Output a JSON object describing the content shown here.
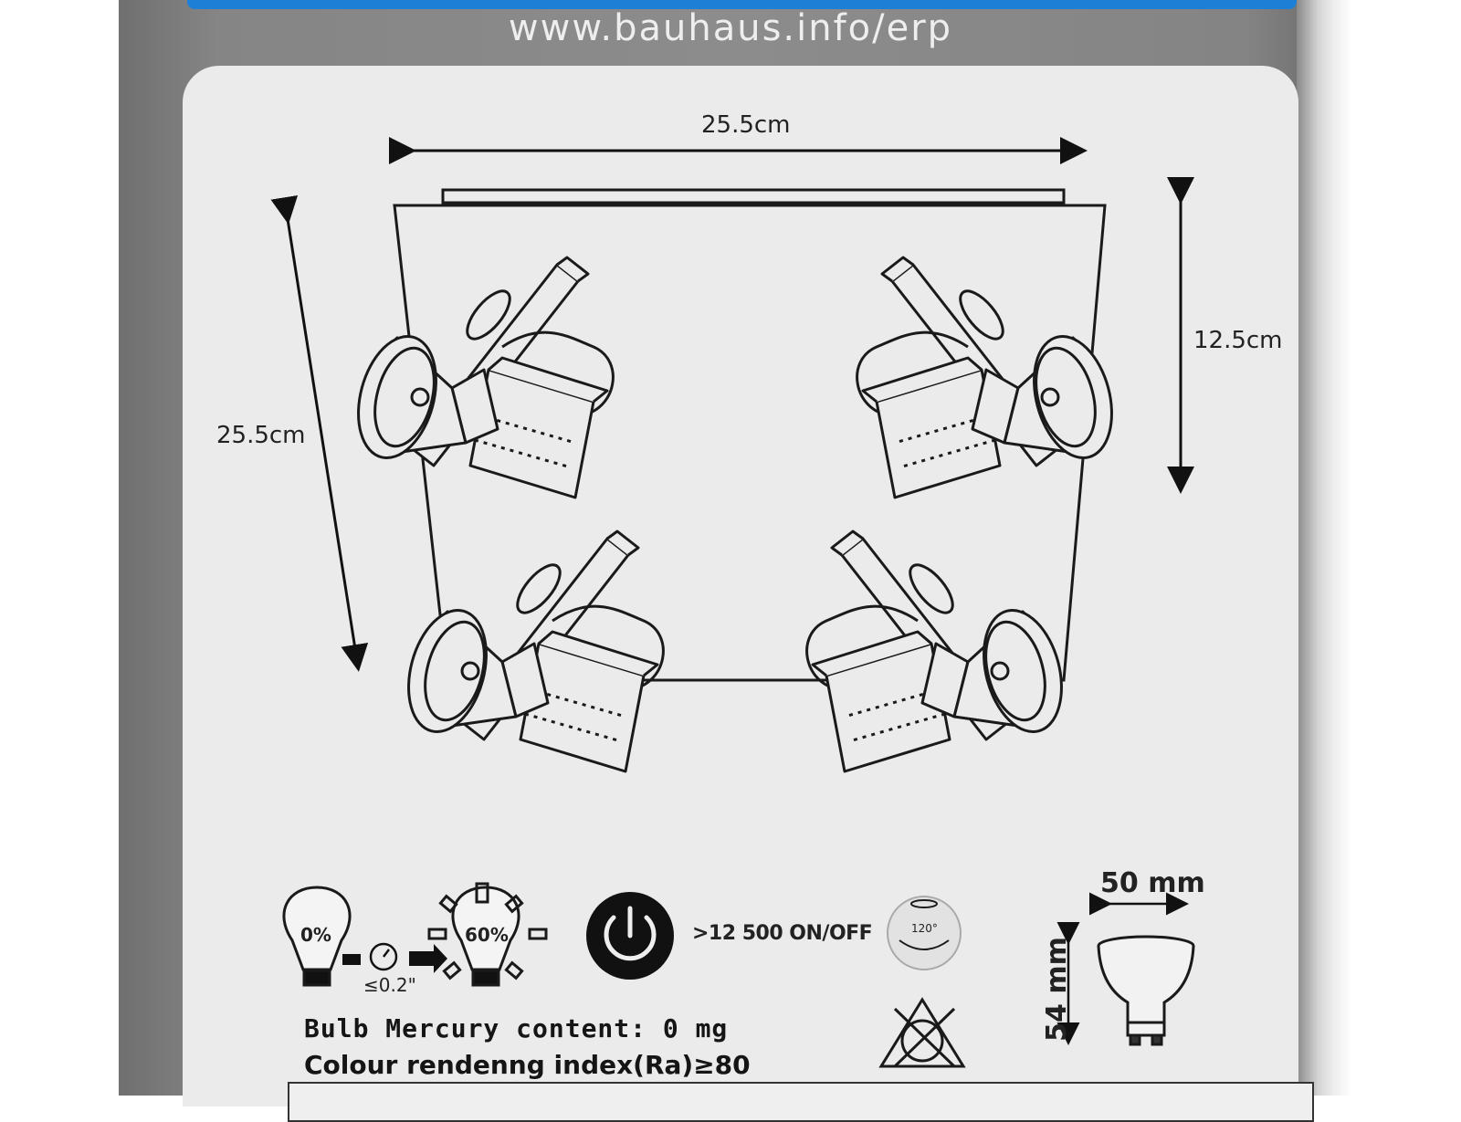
{
  "url": "www.bauhaus.info/erp",
  "dimensions": {
    "top_width": "25.5cm",
    "left_depth": "25.5cm",
    "right_height": "12.5cm"
  },
  "icons": {
    "bulb_off_label": "0%",
    "bulb_on_label": "60%",
    "startup_time": "≤0.2\"",
    "switch_cycles": ">12 500 ON/OFF",
    "beam_angle": "120°",
    "bulb_width": "50 mm",
    "bulb_height": "54 mm"
  },
  "info": {
    "mercury": "Bulb Mercury content: 0 mg",
    "cri": "Colour rendenng index(Ra)≥80"
  },
  "colors": {
    "box_gray": "#8c8c8c",
    "panel": "#ebebeb",
    "ink": "#1a1a1a",
    "brand_blue": "#1d7fd6"
  }
}
